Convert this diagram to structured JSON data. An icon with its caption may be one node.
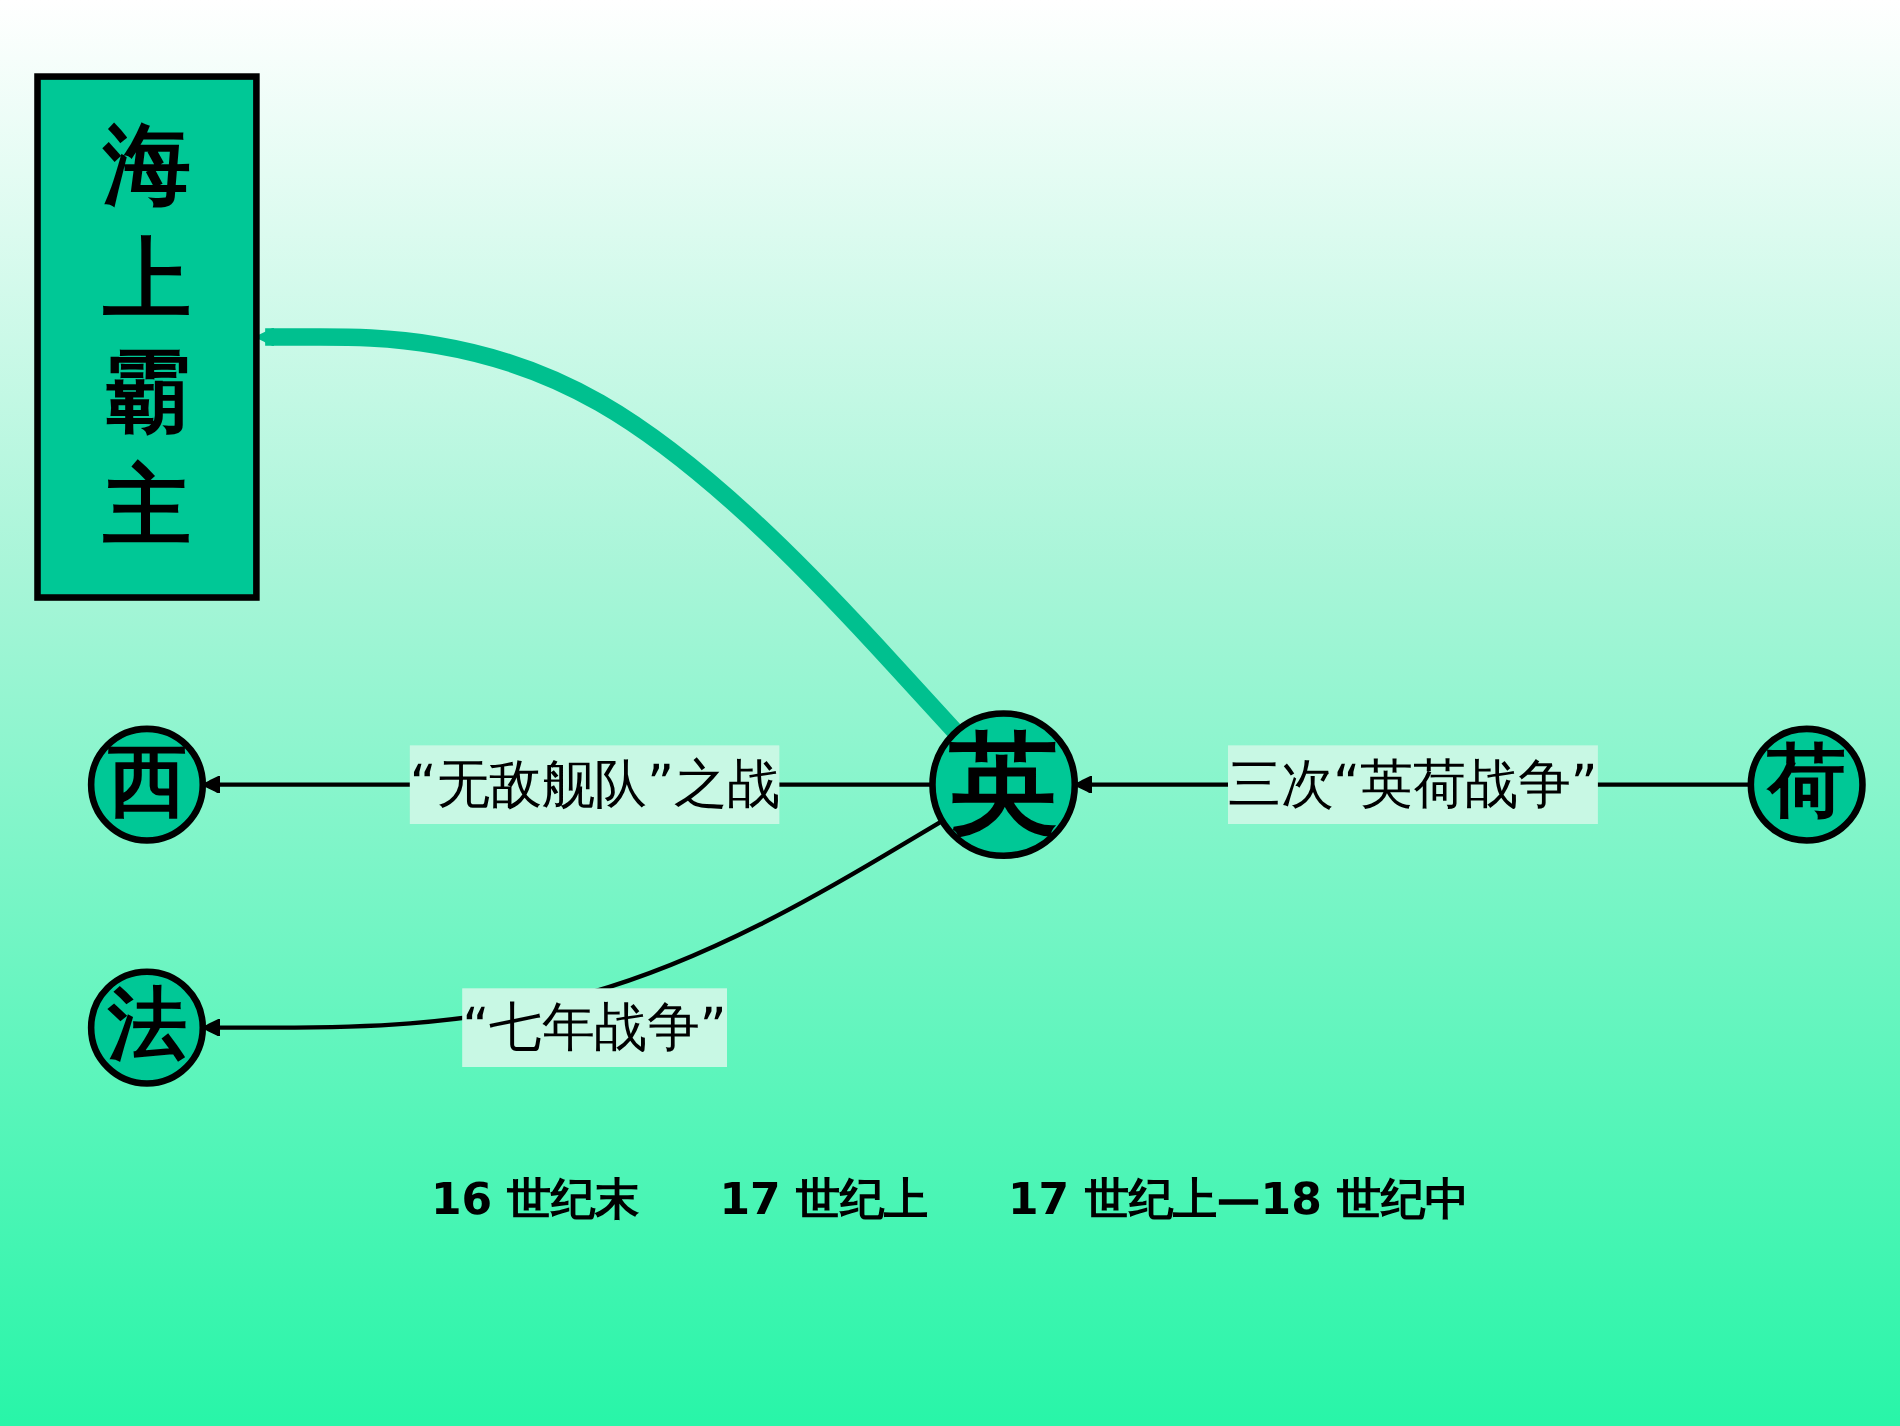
{
  "diagram": {
    "nodes": [
      {
        "text": [
          "海上霸主"
        ]
      },
      {
        "text": [
          "英"
        ]
      },
      {
        "text": [
          "西"
        ]
      },
      {
        "text": [
          "荷"
        ]
      },
      {
        "text": [
          "法"
        ]
      }
    ],
    "edges": [
      {
        "from": 1,
        "to": 0,
        "arrow": "to",
        "style": "thick",
        "color": "#00c08f"
      },
      {
        "from": 1,
        "to": 2,
        "arrow": "to",
        "label": "“无敌舰队”之战"
      },
      {
        "from": 3,
        "to": 1,
        "arrow": "to",
        "label": "三次“英荷战争”"
      },
      {
        "from": 1,
        "to": 4,
        "arrow": "to",
        "label": "“七年战争”"
      }
    ],
    "labels": [
      "16 世纪末",
      "17 世纪上",
      "17 世纪上—18 世纪中"
    ]
  }
}
